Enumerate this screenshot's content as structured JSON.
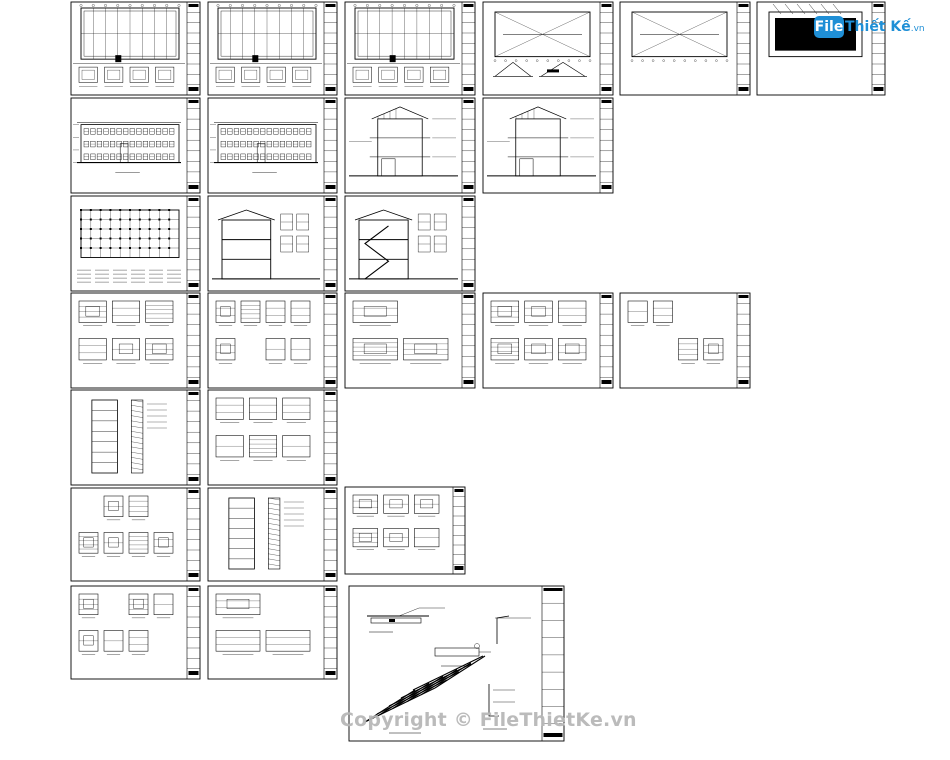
{
  "logo": {
    "badge": "File",
    "name": "Thiết Kế",
    "suffix": ".vn"
  },
  "watermark": {
    "text": "Copyright © FileThietKe.vn"
  },
  "colors": {
    "line": "#000000",
    "brand": "#1f8fd6",
    "watermark": "#b8b8b8"
  },
  "sheets": [
    {
      "id": "floor-plan-1",
      "kind": "plan"
    },
    {
      "id": "floor-plan-2",
      "kind": "plan"
    },
    {
      "id": "floor-plan-3",
      "kind": "plan"
    },
    {
      "id": "roof-plan-1",
      "kind": "roof"
    },
    {
      "id": "roof-plan-2",
      "kind": "roof2"
    },
    {
      "id": "roof-plan-3",
      "kind": "roofdark"
    },
    {
      "id": "front-elevation",
      "kind": "elevation"
    },
    {
      "id": "rear-elevation",
      "kind": "elevation2"
    },
    {
      "id": "side-elevation-1",
      "kind": "side"
    },
    {
      "id": "side-elevation-2",
      "kind": "side2"
    },
    {
      "id": "plan-grid",
      "kind": "grid"
    },
    {
      "id": "section-1",
      "kind": "section"
    },
    {
      "id": "section-2",
      "kind": "section2"
    },
    {
      "id": "detail-1",
      "kind": "detail"
    },
    {
      "id": "detail-2",
      "kind": "detail2"
    },
    {
      "id": "detail-3",
      "kind": "detail3"
    },
    {
      "id": "detail-4",
      "kind": "detail4"
    },
    {
      "id": "detail-5",
      "kind": "detail5"
    },
    {
      "id": "detail-6",
      "kind": "detail6"
    },
    {
      "id": "detail-7",
      "kind": "detail7"
    },
    {
      "id": "stair-detail",
      "kind": "stair"
    },
    {
      "id": "door-detail",
      "kind": "door"
    },
    {
      "id": "small-detail",
      "kind": "small"
    },
    {
      "id": "detail-8",
      "kind": "detail8"
    },
    {
      "id": "detail-9",
      "kind": "detail9"
    },
    {
      "id": "structure-detail",
      "kind": "big"
    }
  ]
}
